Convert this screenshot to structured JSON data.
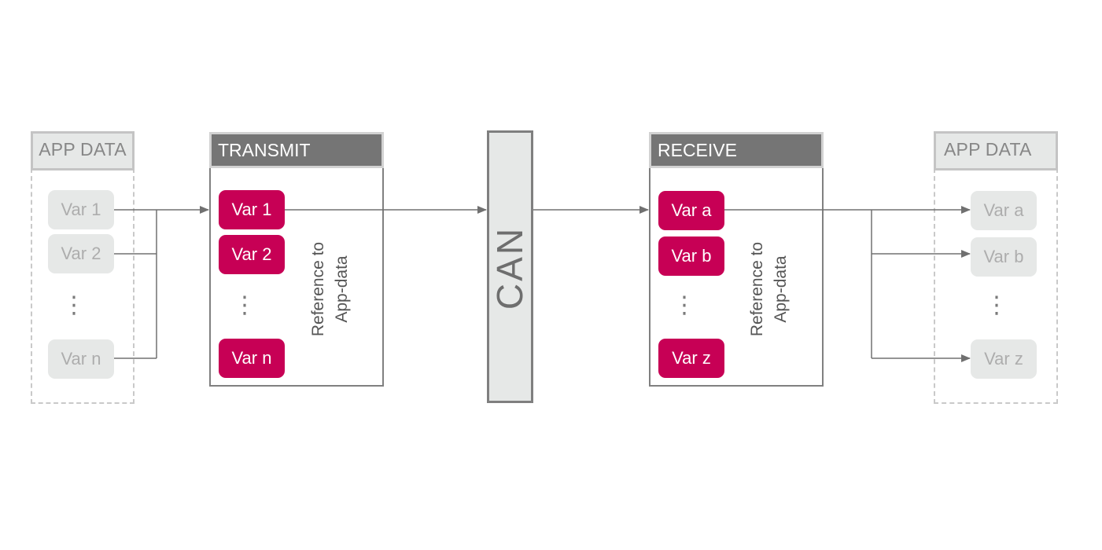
{
  "left_app": {
    "header": "APP DATA",
    "vars": [
      "Var 1",
      "Var 2",
      "Var n"
    ],
    "ellipsis": "⋮"
  },
  "transmit": {
    "header": "TRANSMIT",
    "vars": [
      "Var 1",
      "Var 2",
      "Var n"
    ],
    "ellipsis": "⋮",
    "side_label_line1": "Reference to",
    "side_label_line2": "App-data"
  },
  "can": {
    "label": "CAN"
  },
  "receive": {
    "header": "RECEIVE",
    "vars": [
      "Var a",
      "Var b",
      "Var z"
    ],
    "ellipsis": "⋮",
    "side_label_line1": "Reference to",
    "side_label_line2": "App-data"
  },
  "right_app": {
    "header": "APP DATA",
    "vars": [
      "Var a",
      "Var b",
      "Var z"
    ],
    "ellipsis": "⋮"
  },
  "colors": {
    "accent": "#c70055",
    "header_dark": "#757575",
    "ghost": "#e6e8e7",
    "wire": "#707070"
  }
}
